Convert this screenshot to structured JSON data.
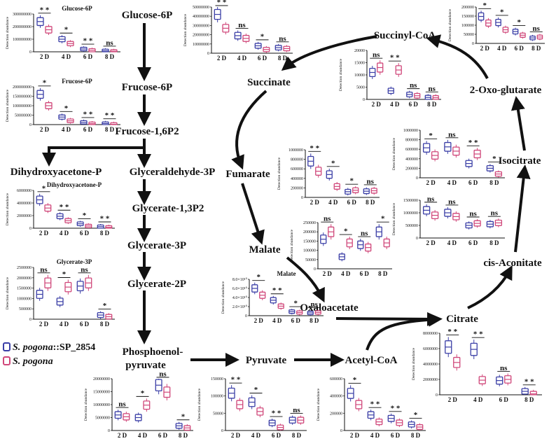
{
  "colors": {
    "strain_mutant": "#3a3ea6",
    "strain_wt": "#d0477a",
    "arrow": "#111111"
  },
  "legend": {
    "items": [
      {
        "name_italic": "S. pogona",
        "suffix": "::SP_2854",
        "color_key": "strain_mutant"
      },
      {
        "name_italic": "S. pogona",
        "suffix": "",
        "color_key": "strain_wt"
      }
    ]
  },
  "metabolites": {
    "glucose_6p": "Glucose-6P",
    "fructose_6p": "Frucose-6P",
    "fructose_16p2": "Frucose-1,6P2",
    "dhap": "Dihydroxyacetone-P",
    "g3p": "Glyceraldehyde-3P",
    "glycerate_13p2": "Glycerate-1,3P2",
    "glycerate_3p": "Glycerate-3P",
    "glycerate_2p": "Glycerate-2P",
    "pep_line1": "Phosphoenol-",
    "pep_line2": "pyruvate",
    "pyruvate": "Pyruvate",
    "acetyl_coa": "Acetyl-CoA",
    "citrate": "Citrate",
    "cis_aconitate": "cis-Aconitate",
    "isocitrate": "Isocitrate",
    "oxo_glutarate": "2-Oxo-glutarate",
    "succinyl_coa": "Succinyl-CoA",
    "succinate": "Succinate",
    "fumarate": "Fumarate",
    "malate": "Malate",
    "oxaloacetate": "Oxaloacetate"
  },
  "chart_data": [
    {
      "id": "glucose6p",
      "type": "box",
      "title": "Glucose-6P",
      "ylabel": "Detection abundance",
      "categories": [
        "2 D",
        "4 D",
        "6 D",
        "8 D"
      ],
      "ylim": [
        0,
        300000000
      ],
      "ticks": [
        "0",
        "100000000",
        "200000000",
        "300000000"
      ],
      "series": [
        {
          "color_key": "strain_mutant",
          "values": [
            240000000,
            100000000,
            22000000,
            8000000
          ]
        },
        {
          "color_key": "strain_wt",
          "values": [
            175000000,
            65000000,
            12000000,
            4000000
          ]
        }
      ],
      "significance": [
        "* *",
        "*",
        "* *",
        "ns"
      ]
    },
    {
      "id": "fructose6p",
      "type": "box",
      "title": "Frucose-6P",
      "ylabel": "Detection abundance",
      "categories": [
        "2 D",
        "4 D",
        "6 D",
        "8 D"
      ],
      "ylim": [
        0,
        200000000
      ],
      "ticks": [
        "0",
        "50000000",
        "100000000",
        "150000000",
        "200000000"
      ],
      "series": [
        {
          "color_key": "strain_mutant",
          "values": [
            160000000,
            40000000,
            12000000,
            6000000
          ]
        },
        {
          "color_key": "strain_wt",
          "values": [
            100000000,
            20000000,
            5000000,
            2000000
          ]
        }
      ],
      "significance": [
        "*",
        "*",
        "* *",
        "* *"
      ]
    },
    {
      "id": "dhap",
      "type": "box",
      "title": "Dihydroxyacetone-P",
      "ylabel": "Detection abundance",
      "categories": [
        "2 D",
        "4 D",
        "6 D",
        "8 D"
      ],
      "ylim": [
        0,
        6000000
      ],
      "ticks": [
        "0",
        "2000000",
        "4000000",
        "6000000"
      ],
      "series": [
        {
          "color_key": "strain_mutant",
          "values": [
            4500000,
            1900000,
            700000,
            250000
          ]
        },
        {
          "color_key": "strain_wt",
          "values": [
            3200000,
            1200000,
            350000,
            150000
          ]
        }
      ],
      "significance": [
        "*",
        "* *",
        "*",
        "* *"
      ]
    },
    {
      "id": "glycerate3p",
      "type": "box",
      "title": "Glycerate-3P",
      "ylabel": "Detection abundance",
      "categories": [
        "2 D",
        "4 D",
        "6 D",
        "8 D"
      ],
      "ylim": [
        0,
        2500000
      ],
      "ticks": [
        "0",
        "500000",
        "1000000",
        "1500000",
        "2000000",
        "2500000"
      ],
      "series": [
        {
          "color_key": "strain_mutant",
          "values": [
            1200000,
            850000,
            1600000,
            200000
          ]
        },
        {
          "color_key": "strain_wt",
          "values": [
            1750000,
            1550000,
            1750000,
            120000
          ]
        }
      ],
      "significance": [
        "ns",
        "*",
        "ns",
        "*"
      ]
    },
    {
      "id": "pep",
      "type": "box",
      "title": "",
      "ylabel": "Detection abundance",
      "categories": [
        "2 D",
        "4 D",
        "6 D",
        "8 D"
      ],
      "ylim": [
        0,
        20000000
      ],
      "ticks": [
        "0",
        "5000000",
        "10000000",
        "15000000",
        "20000000"
      ],
      "series": [
        {
          "color_key": "strain_mutant",
          "values": [
            6000000,
            5000000,
            17500000,
            1800000
          ]
        },
        {
          "color_key": "strain_wt",
          "values": [
            5300000,
            9800000,
            14800000,
            1000000
          ]
        }
      ],
      "significance": [
        "ns",
        "*",
        "ns",
        "*"
      ]
    },
    {
      "id": "pyruvate",
      "type": "box",
      "title": "",
      "ylabel": "Detection abundance",
      "categories": [
        "2 D",
        "4 D",
        "6 D",
        "8 D"
      ],
      "ylim": [
        0,
        150000
      ],
      "ticks": [
        "0",
        "50000",
        "100000",
        "150000"
      ],
      "series": [
        {
          "color_key": "strain_mutant",
          "values": [
            108000,
            82000,
            22000,
            30000
          ]
        },
        {
          "color_key": "strain_wt",
          "values": [
            75000,
            55000,
            9000,
            30000
          ]
        }
      ],
      "significance": [
        "* *",
        "*",
        "* *",
        "ns"
      ]
    },
    {
      "id": "acetylcoa",
      "type": "box",
      "title": "",
      "ylabel": "Detection abundance",
      "categories": [
        "2 D",
        "4 D",
        "6 D",
        "8 D"
      ],
      "ylim": [
        0,
        600000
      ],
      "ticks": [
        "0",
        "200000",
        "400000",
        "600000"
      ],
      "series": [
        {
          "color_key": "strain_mutant",
          "values": [
            430000,
            180000,
            140000,
            70000
          ]
        },
        {
          "color_key": "strain_wt",
          "values": [
            300000,
            100000,
            90000,
            40000
          ]
        }
      ],
      "significance": [
        "*",
        "* *",
        "* *",
        "*"
      ]
    },
    {
      "id": "citrate",
      "type": "box",
      "title": "",
      "ylabel": "Detection abundance",
      "categories": [
        "2 D",
        "4 D",
        "6 D",
        "8 D"
      ],
      "ylim": [
        0,
        8000000
      ],
      "ticks": [
        "0",
        "2000000",
        "4000000",
        "6000000",
        "8000000"
      ],
      "series": [
        {
          "color_key": "strain_mutant",
          "values": [
            6200000,
            5900000,
            1850000,
            450000
          ]
        },
        {
          "color_key": "strain_wt",
          "values": [
            4200000,
            1900000,
            2000000,
            120000
          ]
        }
      ],
      "significance": [
        "* *",
        "* *",
        "ns",
        "* *"
      ]
    },
    {
      "id": "cisaconitate",
      "type": "box",
      "title": "",
      "ylabel": "Detection abundance",
      "categories": [
        "2 D",
        "4 D",
        "6 D",
        "8 D"
      ],
      "ylim": [
        0,
        1500000
      ],
      "ticks": [
        "0",
        "500000",
        "1000000",
        "1500000"
      ],
      "series": [
        {
          "color_key": "strain_mutant",
          "values": [
            1100000,
            1000000,
            500000,
            550000
          ]
        },
        {
          "color_key": "strain_wt",
          "values": [
            900000,
            850000,
            580000,
            600000
          ]
        }
      ],
      "significance": [
        "ns",
        "ns",
        "ns",
        "ns"
      ]
    },
    {
      "id": "isocitrate",
      "type": "box",
      "title": "",
      "ylabel": "Detection abundance",
      "categories": [
        "2 D",
        "4 D",
        "6 D",
        "8 D"
      ],
      "ylim": [
        0,
        1000000
      ],
      "ticks": [
        "0",
        "200000",
        "400000",
        "600000",
        "800000",
        "1000000"
      ],
      "series": [
        {
          "color_key": "strain_mutant",
          "values": [
            630000,
            650000,
            300000,
            200000
          ]
        },
        {
          "color_key": "strain_wt",
          "values": [
            470000,
            560000,
            500000,
            80000
          ]
        }
      ],
      "significance": [
        "*",
        "ns",
        "* *",
        "*"
      ]
    },
    {
      "id": "oxoglutarate",
      "type": "box",
      "title": "",
      "ylabel": "Detection abundance",
      "categories": [
        "2 D",
        "4 D",
        "6 D",
        "8 D"
      ],
      "ylim": [
        0,
        200000
      ],
      "ticks": [
        "0",
        "50000",
        "100000",
        "150000",
        "200000"
      ],
      "series": [
        {
          "color_key": "strain_mutant",
          "values": [
            148000,
            115000,
            65000,
            30000
          ]
        },
        {
          "color_key": "strain_wt",
          "values": [
            112000,
            75000,
            45000,
            35000
          ]
        }
      ],
      "significance": [
        "*",
        "*",
        "*",
        "ns"
      ]
    },
    {
      "id": "succinylcoa",
      "type": "box",
      "title": "",
      "ylabel": "Detection abundance",
      "categories": [
        "2 D",
        "4 D",
        "6 D",
        "8 D"
      ],
      "ylim": [
        0,
        20000
      ],
      "ticks": [
        "0",
        "5000",
        "10000",
        "15000",
        "20000"
      ],
      "series": [
        {
          "color_key": "strain_mutant",
          "values": [
            11000,
            3500,
            2000,
            800
          ]
        },
        {
          "color_key": "strain_wt",
          "values": [
            13000,
            12000,
            1500,
            700
          ]
        }
      ],
      "significance": [
        "ns",
        "* *",
        "ns",
        "ns"
      ]
    },
    {
      "id": "succinate",
      "type": "box",
      "title": "",
      "ylabel": "Detection abundance",
      "categories": [
        "2 D",
        "4 D",
        "6 D",
        "8 D"
      ],
      "ylim": [
        0,
        50000000
      ],
      "ticks": [
        "0",
        "10000000",
        "20000000",
        "30000000",
        "40000000",
        "50000000"
      ],
      "series": [
        {
          "color_key": "strain_mutant",
          "values": [
            42000000,
            19000000,
            8000000,
            6000000
          ]
        },
        {
          "color_key": "strain_wt",
          "values": [
            27000000,
            16000000,
            4000000,
            5000000
          ]
        }
      ],
      "significance": [
        "* *",
        "ns",
        "*",
        "ns"
      ]
    },
    {
      "id": "fumarate",
      "type": "box",
      "title": "",
      "ylabel": "Detection abundance",
      "categories": [
        "2 D",
        "4 D",
        "6 D",
        "8 D"
      ],
      "ylim": [
        0,
        1000000
      ],
      "ticks": [
        "0",
        "200000",
        "400000",
        "600000",
        "800000",
        "1000000"
      ],
      "series": [
        {
          "color_key": "strain_mutant",
          "values": [
            760000,
            480000,
            120000,
            130000
          ]
        },
        {
          "color_key": "strain_wt",
          "values": [
            550000,
            230000,
            150000,
            140000
          ]
        }
      ],
      "significance": [
        "* *",
        "*",
        "*",
        "ns"
      ]
    },
    {
      "id": "malate",
      "type": "box",
      "title": "Malate",
      "ylabel": "Detection abundance",
      "categories": [
        "2 D",
        "4 D",
        "6 D",
        "8 D"
      ],
      "ylim": [
        0,
        8
      ],
      "ticks": [
        "0",
        "2.0×10¹⁰",
        "4.0×10¹⁰",
        "6.0×10¹⁰",
        "8.0×10¹⁰"
      ],
      "series": [
        {
          "color_key": "strain_mutant",
          "values": [
            6.0,
            3.4,
            0.9,
            0.6
          ]
        },
        {
          "color_key": "strain_wt",
          "values": [
            4.5,
            2.1,
            0.7,
            0.7
          ]
        }
      ],
      "significance": [
        "*",
        "* *",
        "*",
        "ns"
      ]
    },
    {
      "id": "oxaloacetate",
      "type": "box",
      "title": "",
      "ylabel": "Detection abundance",
      "categories": [
        "2 D",
        "4 D",
        "6 D",
        "8 D"
      ],
      "ylim": [
        0,
        250000
      ],
      "ticks": [
        "0",
        "50000",
        "100000",
        "150000",
        "200000",
        "250000"
      ],
      "series": [
        {
          "color_key": "strain_mutant",
          "values": [
            160000,
            65000,
            130000,
            200000
          ]
        },
        {
          "color_key": "strain_wt",
          "values": [
            200000,
            140000,
            115000,
            140000
          ]
        }
      ],
      "significance": [
        "ns",
        "*",
        "ns",
        "*"
      ]
    }
  ]
}
